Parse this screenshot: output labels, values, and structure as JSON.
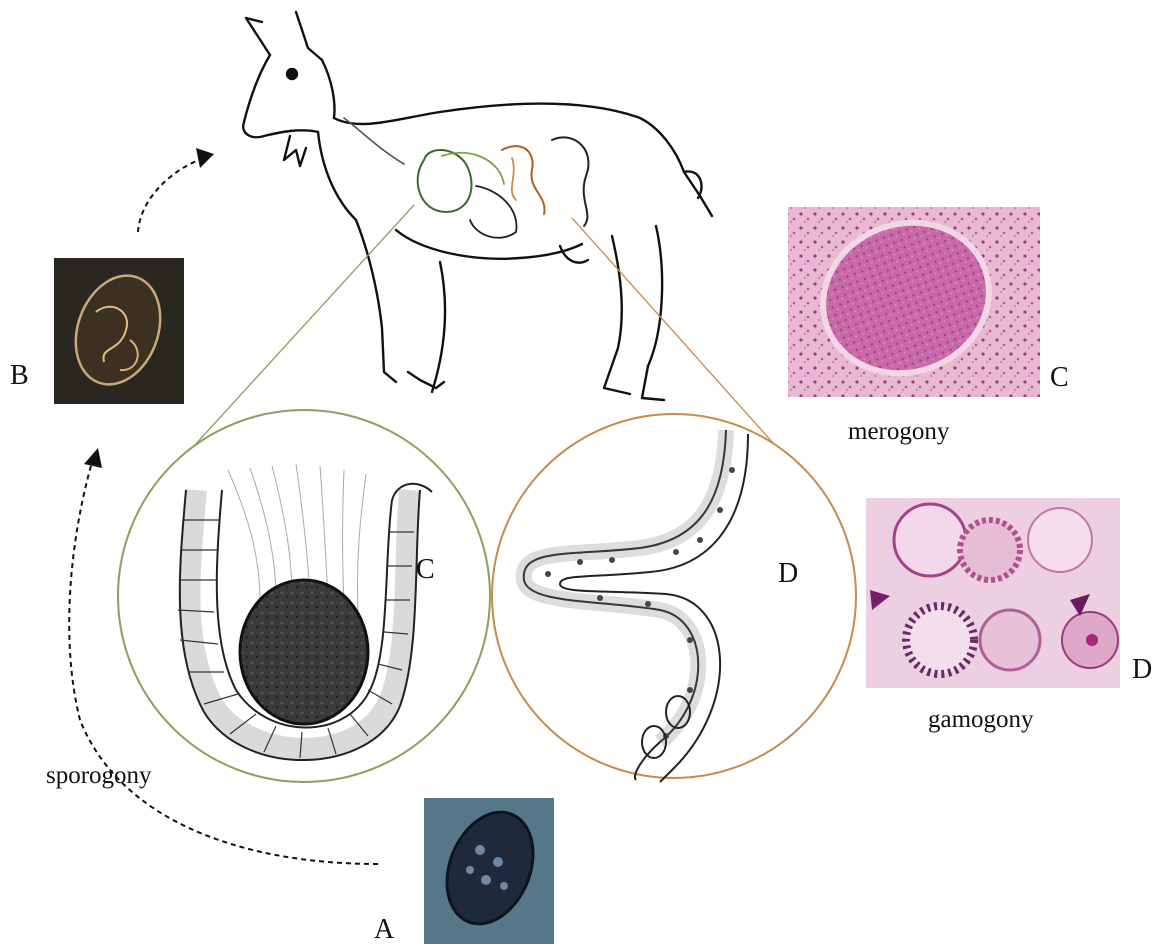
{
  "labels": {
    "oocyst_a": "A",
    "oocyst_b": "B",
    "circle_left": "C",
    "circle_right": "D",
    "histo_top": "C",
    "histo_bottom": "D"
  },
  "captions": {
    "merogony": "merogony",
    "gamogony": "gamogony",
    "sporogony": "sporogony"
  },
  "colors": {
    "green_circle": "#7a9a5a",
    "orange_circle": "#c98a4a",
    "histo_pink": "#d98fb8",
    "oocyst_b_bg": "#2a2620",
    "oocyst_a_bg": "#4a6a7a"
  }
}
